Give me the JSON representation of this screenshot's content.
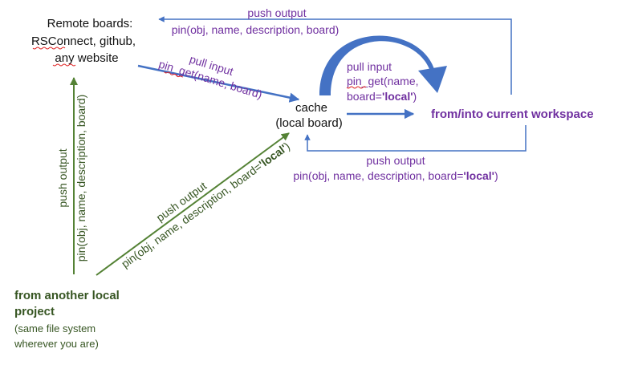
{
  "remote_boards": {
    "line1": "Remote boards:",
    "line2": "RSConnect, github,",
    "line3": "any website"
  },
  "cache": {
    "line1": "cache",
    "line2": "(local board)"
  },
  "workspace": {
    "label": "from/into current workspace"
  },
  "local_project": {
    "line1": "from another local",
    "line2": "project",
    "line3": "(same file system",
    "line4": "wherever you are)"
  },
  "edges": {
    "top_push_output": {
      "label": "push output",
      "call": "pin(obj, name, description, board)"
    },
    "remote_pull_input": {
      "label": "pull input",
      "call": "pin_get(name, board)"
    },
    "workspace_pull_input": {
      "label": "pull input",
      "call_line1": "pin_get(name,",
      "call_line2_prefix": "board=",
      "call_line2_value": "'local'",
      "call_line2_suffix": ")"
    },
    "workspace_push_output": {
      "label": "push output",
      "call_prefix": "pin(obj, name, description, board=",
      "call_value": "'local'",
      "call_suffix": ")"
    },
    "local_push_remote": {
      "label": "push output",
      "call": "pin(obj, name, description, board)"
    },
    "local_push_cache": {
      "label": "push output",
      "call_prefix": "pin(obj, name, description, board=",
      "call_value": "'local'",
      "call_suffix": ")"
    }
  },
  "colors": {
    "blue_arrow": "#4472c4",
    "purple_text": "#7030a0",
    "green_text": "#375623",
    "green_arrow": "#548235",
    "black_text": "#111111"
  }
}
